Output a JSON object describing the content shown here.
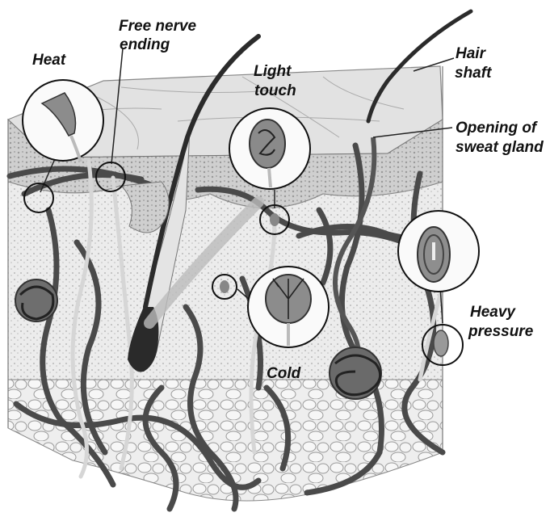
{
  "diagram": {
    "labels": {
      "heat": "Heat",
      "free_nerve_ending_1": "Free nerve",
      "free_nerve_ending_2": "ending",
      "light_touch_1": "Light",
      "light_touch_2": "touch",
      "hair_shaft_1": "Hair",
      "hair_shaft_2": "shaft",
      "sweat_gland_1": "Opening of",
      "sweat_gland_2": "sweat gland",
      "heavy_pressure_1": "Heavy",
      "heavy_pressure_2": "pressure",
      "cold": "Cold"
    }
  }
}
